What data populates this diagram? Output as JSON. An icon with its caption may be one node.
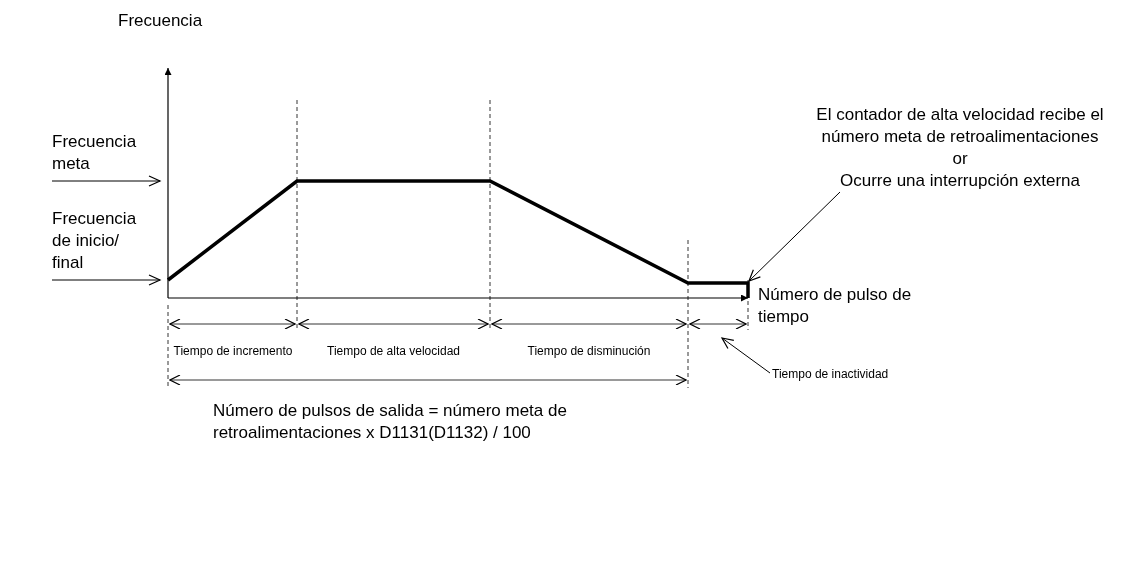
{
  "diagram": {
    "nodes": [
      {
        "text": [
          "Frecuencia meta"
        ]
      },
      {
        "text": [
          "Frecuencia de inicio/ final"
        ]
      },
      {
        "text": [
          "El contador de alta velocidad recibe el número meta de retroalimentaciones",
          "or",
          "Ocurre una interrupción externa"
        ]
      },
      {
        "text": [
          "Tiempo de inactividad"
        ]
      },
      {
        "text": [],
        "shape": "line"
      }
    ],
    "edges": [
      {
        "from": 0,
        "to": null,
        "arrow": "to"
      },
      {
        "from": 1,
        "to": null,
        "arrow": "to"
      },
      {
        "from": 2,
        "to": 4,
        "arrow": "to"
      },
      {
        "from": 3,
        "to": null,
        "arrow": "to"
      }
    ],
    "labels": [
      "Frecuencia",
      "Número de pulso de tiempo",
      "Tiempo de incremento",
      "Tiempo de alta velocidad",
      "Tiempo de disminución",
      "Número de pulsos de salida = número meta de retroalimentaciones x D1131(D1132) / 100"
    ]
  }
}
